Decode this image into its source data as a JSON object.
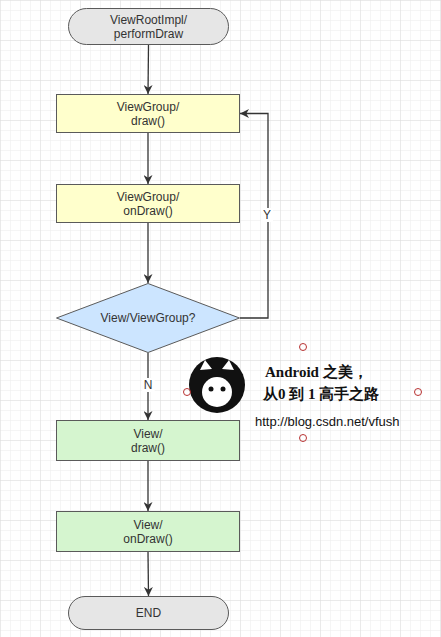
{
  "diagram": {
    "nodes": [
      {
        "text": [
          "ViewRootImpl/ performDraw"
        ]
      },
      {
        "text": [
          "ViewGroup/ draw()"
        ]
      },
      {
        "text": [
          "ViewGroup/ onDraw()"
        ]
      },
      {
        "text": [
          "View/ViewGroup?"
        ]
      },
      {
        "text": [
          "View/ draw()"
        ]
      },
      {
        "text": [
          "View/ onDraw()"
        ]
      },
      {
        "text": [
          "END"
        ]
      }
    ],
    "edges": [
      {
        "from": 0,
        "to": 1,
        "arrow": "to"
      },
      {
        "from": 1,
        "to": 2,
        "arrow": "to"
      },
      {
        "from": 2,
        "to": 3,
        "arrow": "to"
      },
      {
        "from": 3,
        "to": 1,
        "arrow": "to",
        "label": "Y"
      },
      {
        "from": 3,
        "to": 4,
        "arrow": "to",
        "label": "N"
      },
      {
        "from": 4,
        "to": 5,
        "arrow": "to"
      },
      {
        "from": 5,
        "to": 6,
        "arrow": "to"
      }
    ],
    "labels": [
      "Android 之美，",
      "从0 到 1 高手之路",
      "http://blog.csdn.net/vfush"
    ]
  }
}
